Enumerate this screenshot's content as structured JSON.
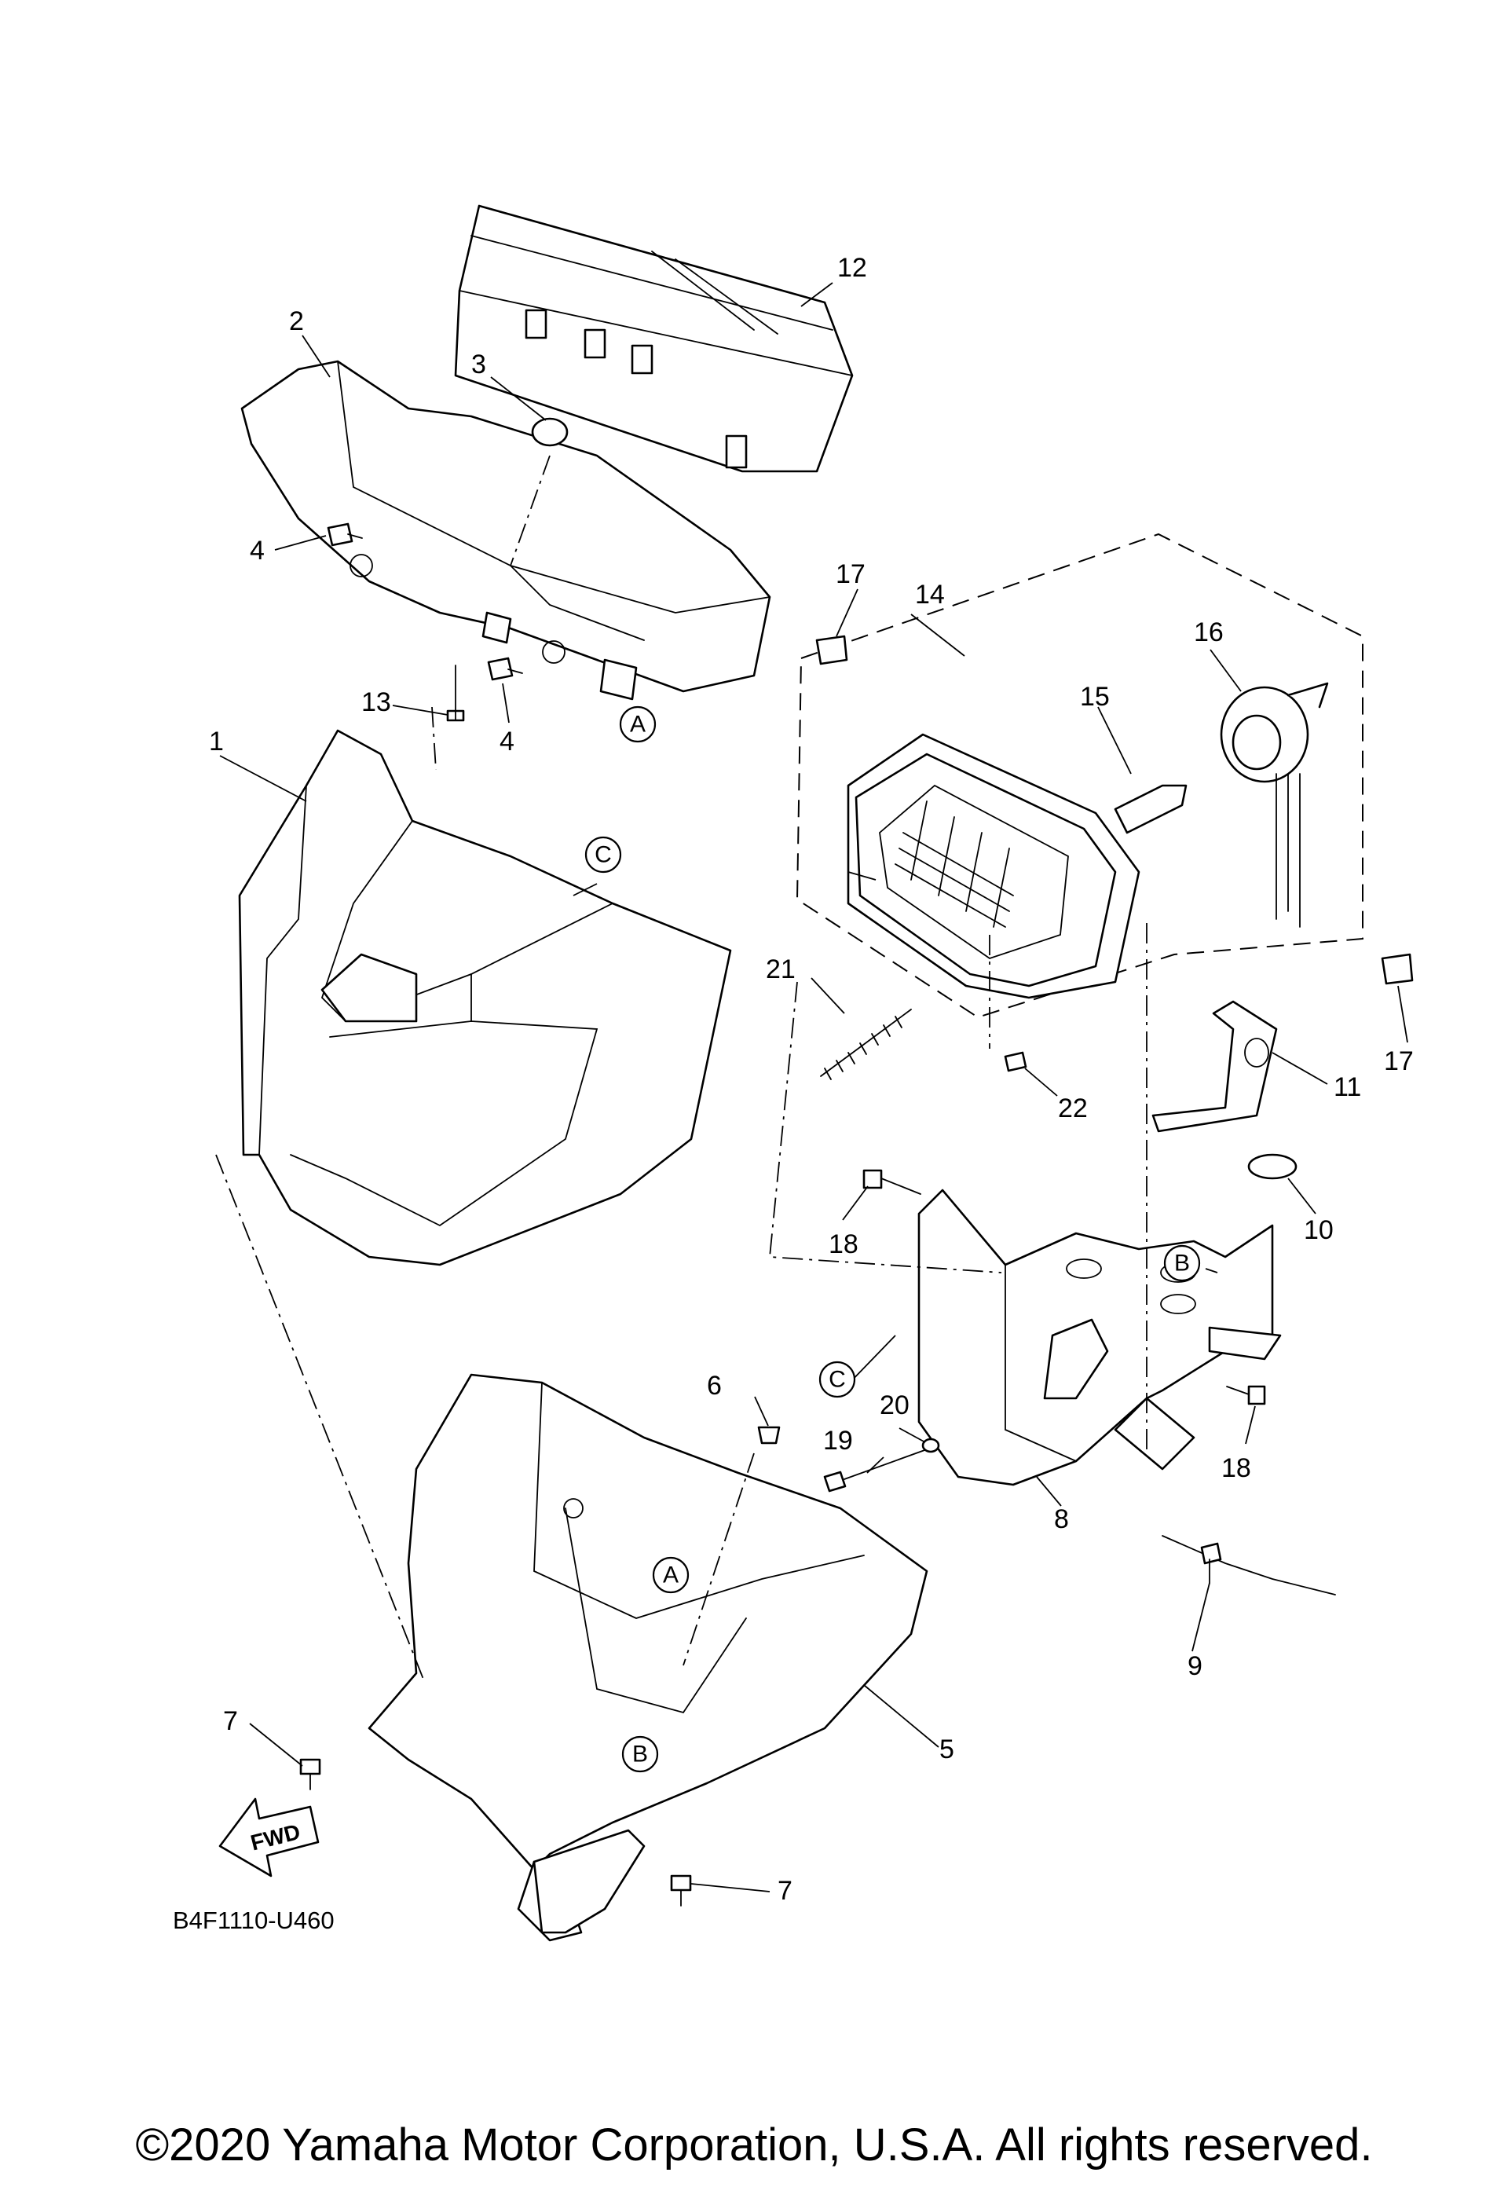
{
  "diagram_code": "B4F1110-U460",
  "copyright": "©2020 Yamaha Motor Corporation, U.S.A. All rights reserved.",
  "fwd_label": "FWD",
  "callouts": [
    {
      "id": "c1",
      "text": "1"
    },
    {
      "id": "c2",
      "text": "2"
    },
    {
      "id": "c3",
      "text": "3"
    },
    {
      "id": "c4a",
      "text": "4"
    },
    {
      "id": "c4b",
      "text": "4"
    },
    {
      "id": "c5",
      "text": "5"
    },
    {
      "id": "c6",
      "text": "6"
    },
    {
      "id": "c7a",
      "text": "7"
    },
    {
      "id": "c7b",
      "text": "7"
    },
    {
      "id": "c8",
      "text": "8"
    },
    {
      "id": "c9",
      "text": "9"
    },
    {
      "id": "c10",
      "text": "10"
    },
    {
      "id": "c11",
      "text": "11"
    },
    {
      "id": "c12",
      "text": "12"
    },
    {
      "id": "c13",
      "text": "13"
    },
    {
      "id": "c14",
      "text": "14"
    },
    {
      "id": "c15",
      "text": "15"
    },
    {
      "id": "c16",
      "text": "16"
    },
    {
      "id": "c17a",
      "text": "17"
    },
    {
      "id": "c17b",
      "text": "17"
    },
    {
      "id": "c18a",
      "text": "18"
    },
    {
      "id": "c18b",
      "text": "18"
    },
    {
      "id": "c19",
      "text": "19"
    },
    {
      "id": "c20",
      "text": "20"
    },
    {
      "id": "c21",
      "text": "21"
    },
    {
      "id": "c22",
      "text": "22"
    }
  ],
  "references": [
    {
      "id": "rA1",
      "text": "A"
    },
    {
      "id": "rA2",
      "text": "A"
    },
    {
      "id": "rB1",
      "text": "B"
    },
    {
      "id": "rB2",
      "text": "B"
    },
    {
      "id": "rC1",
      "text": "C"
    },
    {
      "id": "rC2",
      "text": "C"
    }
  ]
}
